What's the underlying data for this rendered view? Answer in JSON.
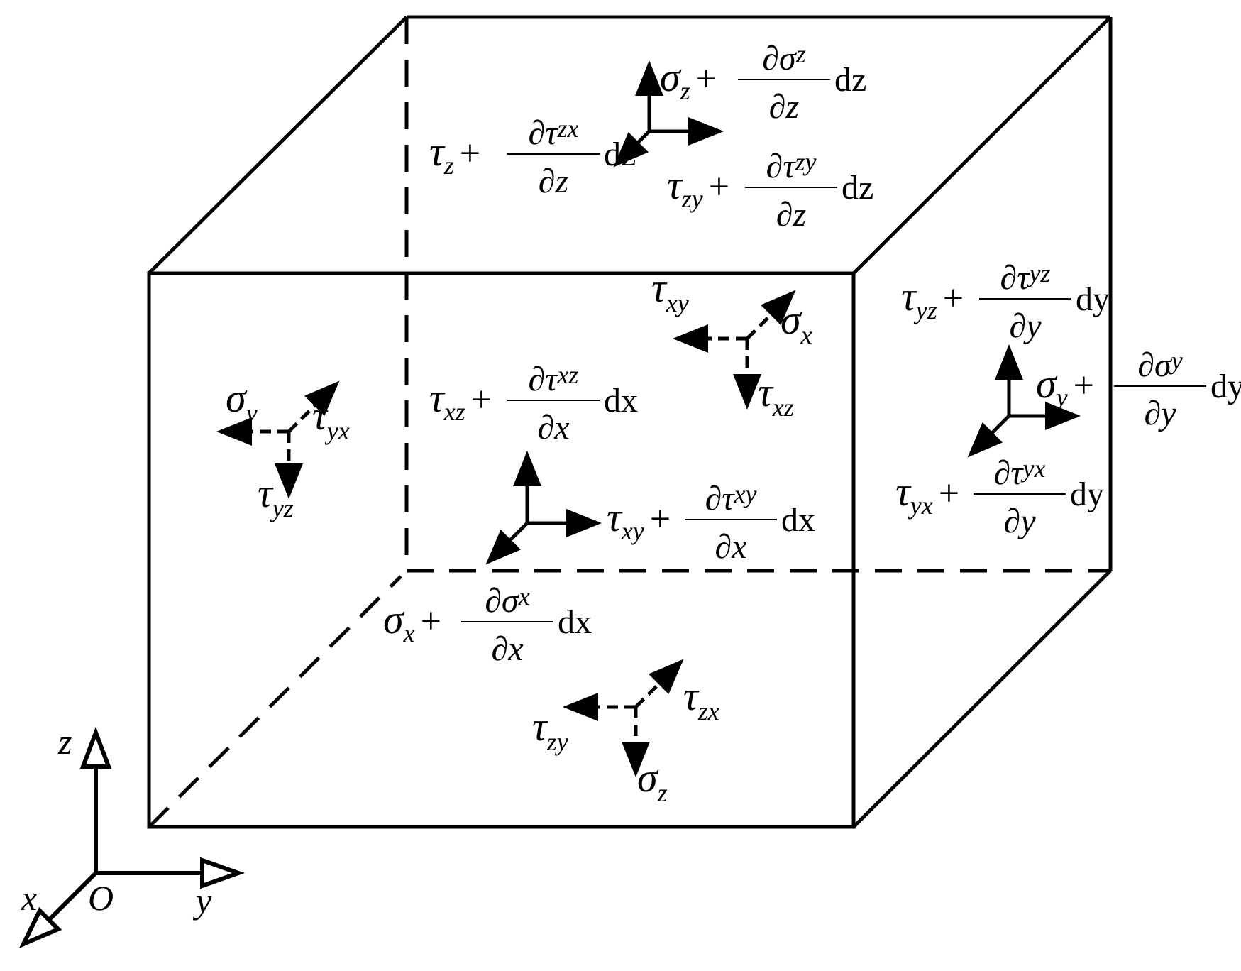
{
  "terms": {
    "top_sigma": {
      "sym": "σ",
      "sub": "z",
      "num": "∂σ",
      "numsub": "z",
      "den": "∂z",
      "diff": "dz"
    },
    "top_tau_zx": {
      "sym": "τ",
      "sub": "z",
      "num": "∂τ",
      "numsub": "zx",
      "den": "∂z",
      "diff": "dz"
    },
    "top_tau_zy": {
      "sym": "τ",
      "sub": "zy",
      "num": "∂τ",
      "numsub": "zy",
      "den": "∂z",
      "diff": "dz"
    },
    "front_tau_xz": {
      "sym": "τ",
      "sub": "xz",
      "num": "∂τ",
      "numsub": "xz",
      "den": "∂x",
      "diff": "dx"
    },
    "front_tau_xy": {
      "sym": "τ",
      "sub": "xy",
      "num": "∂τ",
      "numsub": "xy",
      "den": "∂x",
      "diff": "dx"
    },
    "front_sigma_x": {
      "sym": "σ",
      "sub": "x",
      "num": "∂σ",
      "numsub": "x",
      "den": "∂x",
      "diff": "dx"
    },
    "right_tau_yz": {
      "sym": "τ",
      "sub": "yz",
      "num": "∂τ",
      "numsub": "yz",
      "den": "∂y",
      "diff": "dy"
    },
    "right_sigma_y": {
      "sym": "σ",
      "sub": "y",
      "num": "∂σ",
      "numsub": "y",
      "den": "∂y",
      "diff": "dy"
    },
    "right_tau_yx": {
      "sym": "τ",
      "sub": "yx",
      "num": "∂τ",
      "numsub": "yx",
      "den": "∂y",
      "diff": "dy"
    }
  },
  "plain": {
    "back_tau_xy": {
      "sym": "τ",
      "sub": "xy"
    },
    "back_sigma_x": {
      "sym": "σ",
      "sub": "x"
    },
    "back_tau_xz": {
      "sym": "τ",
      "sub": "xz"
    },
    "left_sigma_y": {
      "sym": "σ",
      "sub": "y"
    },
    "left_tau_yx": {
      "sym": "τ",
      "sub": "yx"
    },
    "left_tau_yz": {
      "sym": "τ",
      "sub": "yz"
    },
    "bottom_tau_zx": {
      "sym": "τ",
      "sub": "zx"
    },
    "bottom_tau_zy": {
      "sym": "τ",
      "sub": "zy"
    },
    "bottom_sigma_z": {
      "sym": "σ",
      "sub": "z"
    }
  },
  "plus": "+",
  "axes": {
    "x": "x",
    "y": "y",
    "z": "z",
    "origin": "O"
  }
}
